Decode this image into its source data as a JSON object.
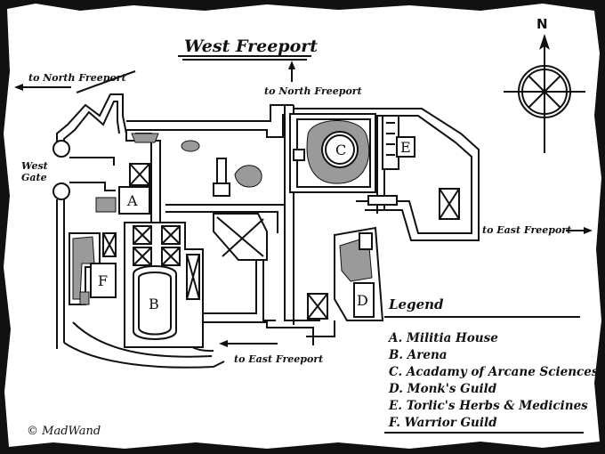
{
  "title": "West Freeport",
  "compass": {
    "north_label": "N",
    "icon": "compass-rose-icon"
  },
  "exits": {
    "north_west": "to North Freeport",
    "north_center": "to North Freeport",
    "east": "to East Freeport",
    "south": "to East Freeport"
  },
  "gate_label": {
    "line1": "West",
    "line2": "Gate"
  },
  "building_letters": [
    "A",
    "B",
    "C",
    "D",
    "E",
    "F"
  ],
  "legend": {
    "title": "Legend",
    "items": [
      "A. Militia House",
      "B. Arena",
      "C. Acadamy of Arcane Sciences",
      "D. Monk's Guild",
      "E. Torlic's Herbs & Medicines",
      "F. Warrior Guild"
    ]
  },
  "credit": "© MadWand",
  "colors": {
    "ink": "#111111",
    "paper": "#ffffff",
    "hatch": "#9a9a9a"
  }
}
